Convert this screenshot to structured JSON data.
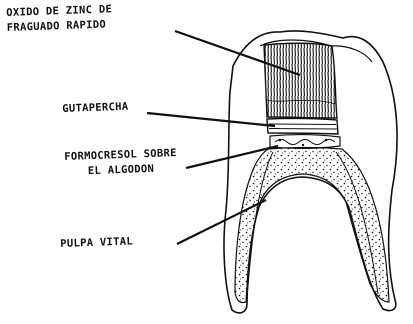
{
  "colors": {
    "ink": "#111111",
    "background": "#ffffff"
  },
  "labels": {
    "zinc_oxide": {
      "line1": "OXIDO DE ZINC DE",
      "line2": "FRAGUADO RAPIDO"
    },
    "gutta_percha": "GUTAPERCHA",
    "formocresol": {
      "line1": "FORMOCRESOL SOBRE",
      "line2": "EL ALGODON"
    },
    "vital_pulp": "PULPA VITAL"
  }
}
